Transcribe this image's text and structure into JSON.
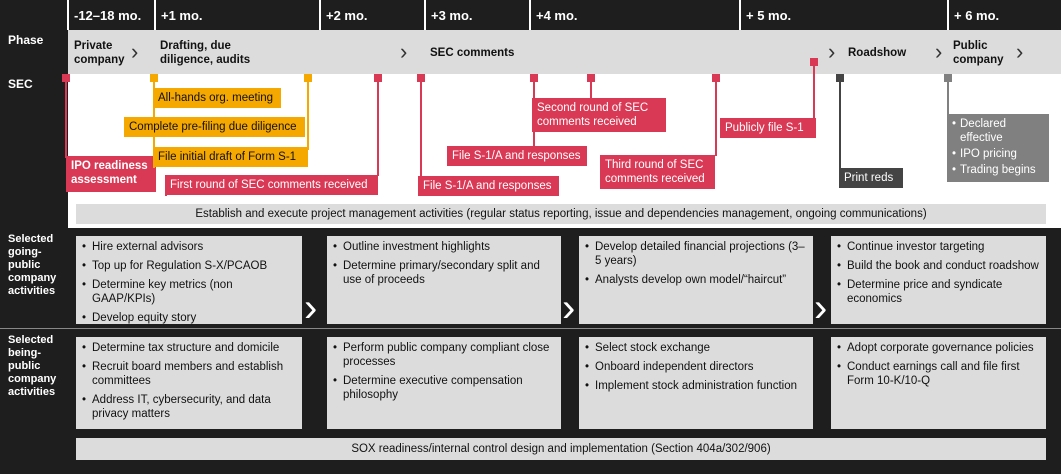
{
  "columns": {
    "c1": "-12–18 mo.",
    "c2": "+1 mo.",
    "c3": "+2 mo.",
    "c4": "+3 mo.",
    "c5": "+4 mo.",
    "c6": "+ 5 mo.",
    "c7": "+ 6 mo."
  },
  "phase": {
    "label": "Phase",
    "private": "Private company",
    "drafting": "Drafting, due diligence, audits",
    "sec_comments": "SEC comments",
    "roadshow": "Roadshow",
    "public": "Public company"
  },
  "sec": {
    "label": "SEC",
    "ipo_readiness": "IPO readiness assessment",
    "all_hands": "All-hands org. meeting",
    "prefiling": "Complete pre-filing due diligence",
    "file_initial": "File initial draft of Form S-1",
    "first_round": "First round of SEC comments received",
    "file_s1a_1": "File S-1/A and responses",
    "file_s1a_2": "File S-1/A and responses",
    "second_round": "Second round of SEC comments received",
    "third_round": "Third round of SEC comments received",
    "publicly_file": "Publicly file S-1",
    "print_reds": "Print reds",
    "final_items": [
      "Declared effective",
      "IPO pricing",
      "Trading begins"
    ]
  },
  "pm_bar": "Establish and execute project management activities (regular status reporting, issue and dependencies management, ongoing communications)",
  "going_public": {
    "label": "Selected going-public company activities",
    "col1": [
      "Hire external advisors",
      "Top up for Regulation S-X/PCAOB",
      "Determine key metrics (non GAAP/KPIs)",
      "Develop equity story"
    ],
    "col2": [
      "Outline investment highlights",
      "Determine primary/secondary split and use of proceeds"
    ],
    "col3": [
      "Develop detailed financial projections (3–5 years)",
      "Analysts develop own model/“haircut”"
    ],
    "col4": [
      "Continue investor targeting",
      "Build the book and conduct roadshow",
      "Determine price and syndicate economics"
    ]
  },
  "being_public": {
    "label": "Selected being-public company activities",
    "col1": [
      "Determine tax structure and domicile",
      "Recruit board members and establish committees",
      "Address IT, cybersecurity, and data privacy matters"
    ],
    "col2": [
      "Perform public company compliant close processes",
      "Determine executive compensation philosophy"
    ],
    "col3": [
      "Select stock exchange",
      "Onboard independent directors",
      "Implement stock administration function"
    ],
    "col4": [
      "Adopt corporate governance policies",
      "Conduct earnings call and file first Form 10-K/10-Q"
    ]
  },
  "sox_bar": "SOX readiness/internal control design and implementation (Section 404a/302/906)",
  "colors": {
    "red": "#d93954",
    "orange": "#f5a800",
    "dark": "#1e1e1e",
    "gray": "#dcdcdc"
  }
}
